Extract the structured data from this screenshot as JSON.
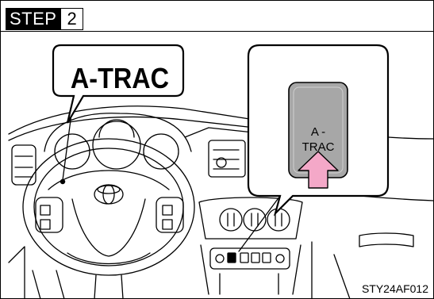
{
  "step": {
    "word": "STEP",
    "number": "2"
  },
  "callout_left": {
    "label": "A-TRAC"
  },
  "callout_right": {
    "button_line1": "A -",
    "button_line2": "TRAC"
  },
  "caption": "STY24AF012",
  "colors": {
    "button_fill": "#a7a7a7",
    "arrow_fill": "#f4a8c8",
    "line": "#000000"
  },
  "icons": [
    "steering-wheel",
    "toyota-logo",
    "a-trac-button",
    "press-arrow"
  ]
}
